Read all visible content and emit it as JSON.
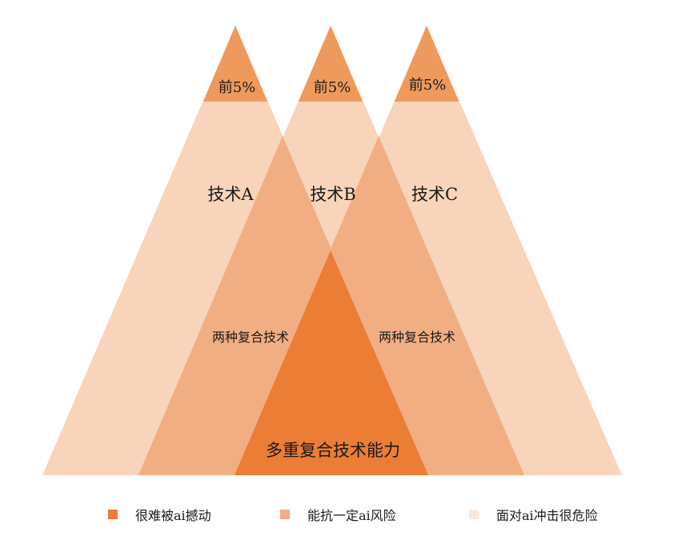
{
  "colors": {
    "light": "#F6CDAE",
    "medium": "#F2AE83",
    "tip": "#EE9A5C",
    "dark": "#EC7D34"
  },
  "pyramids": {
    "a": {
      "tip_label": "前5%",
      "name": "技术A"
    },
    "b": {
      "tip_label": "前5%",
      "name": "技术B"
    },
    "c": {
      "tip_label": "前5%",
      "name": "技术C"
    }
  },
  "overlaps": {
    "left": "两种复合技术",
    "right": "两种复合技术",
    "center": "多重复合技术能力"
  },
  "legend": [
    {
      "label": "很难被ai撼动",
      "color": "#EC7D34"
    },
    {
      "label": "能抗一定ai风险",
      "color": "#F2AE83"
    },
    {
      "label": "面对ai冲击很危险",
      "color": "#FCE6D9"
    }
  ]
}
